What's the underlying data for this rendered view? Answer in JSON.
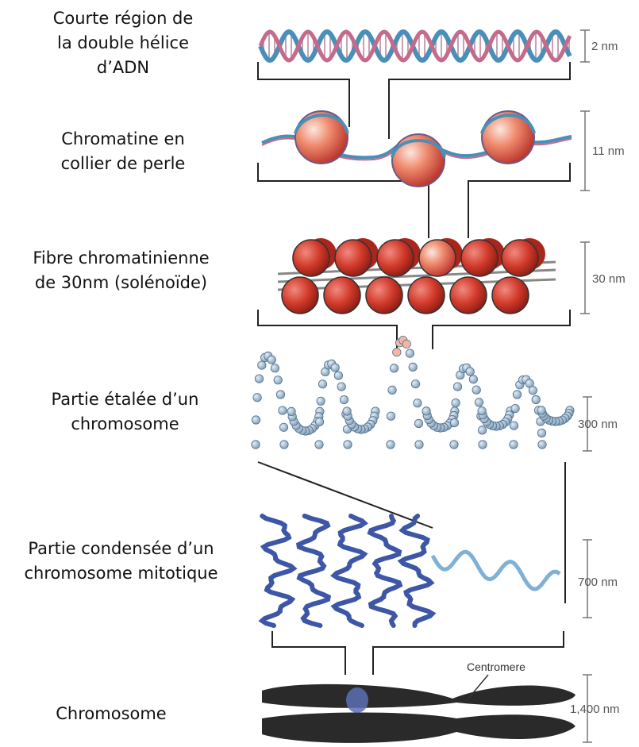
{
  "levels": [
    {
      "label": "Courte région de\nla double hélice\nd’ADN",
      "scale": "2 nm"
    },
    {
      "label": "Chromatine en\ncollier de perle",
      "scale": "11 nm"
    },
    {
      "label": "Fibre chromatinienne\nde 30nm (solénoïde)",
      "scale": "30 nm"
    },
    {
      "label": "Partie étalée d’un\nchromosome",
      "scale": "300 nm"
    },
    {
      "label": "Partie condensée d’un\nchromosome mitotique",
      "scale": "700 nm"
    },
    {
      "label": "Chromosome",
      "scale": "1,400 nm"
    }
  ],
  "centromere_label": "Centromere",
  "colors": {
    "helix_blue": "#4a8fb8",
    "helix_pink": "#c46a8a",
    "nucleosome_red": "#d23a2a",
    "bead_blue": "#9fb8cf",
    "condensed_blue": "#3d56a6",
    "chromosome_dark": "#2a2a2a"
  }
}
